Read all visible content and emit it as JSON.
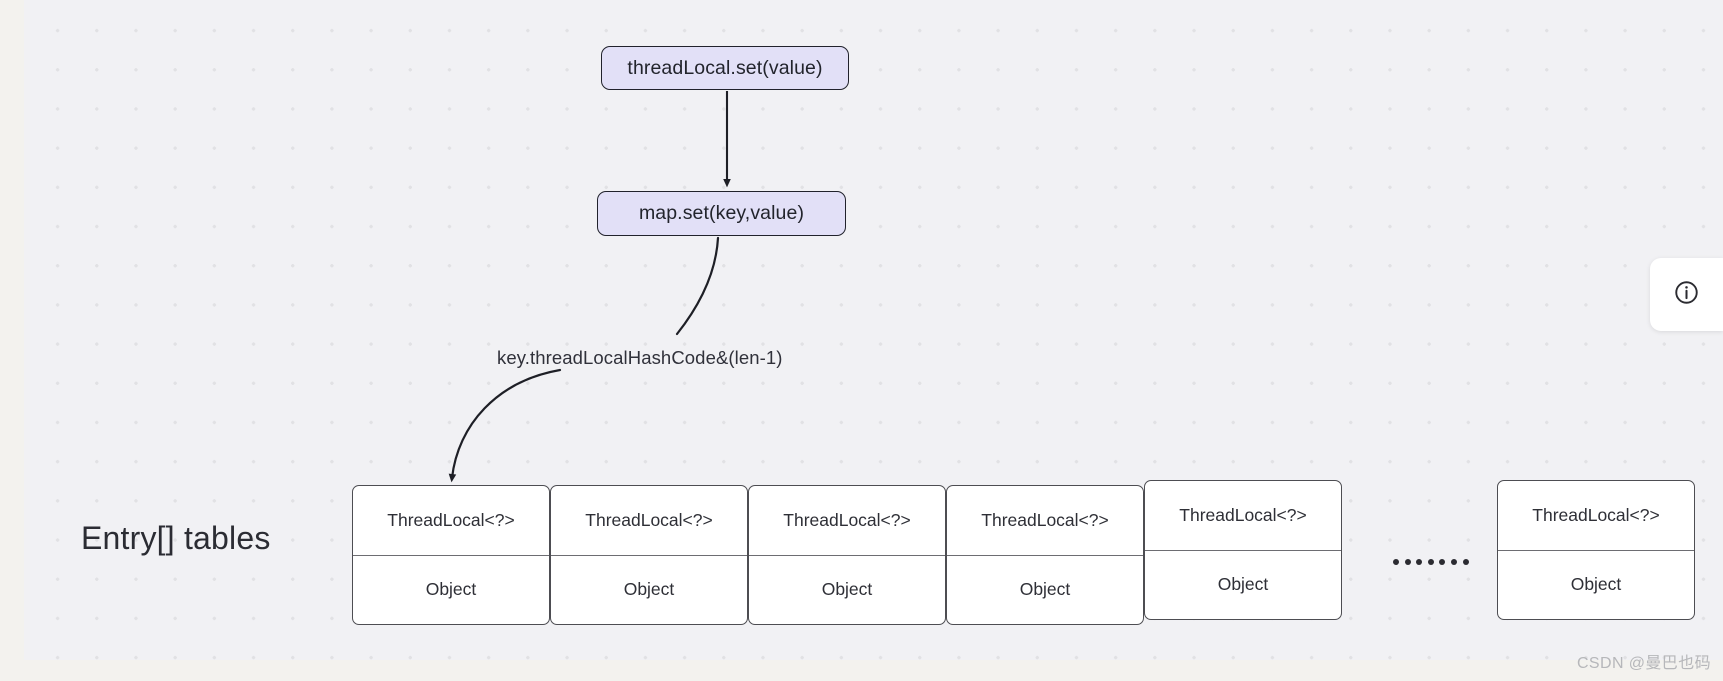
{
  "canvas": {
    "background_color": "#f1f1f4",
    "page_background_color": "#f3f2ee",
    "grid_dot_color": "#e1e1e4"
  },
  "nodes": {
    "thread_local_set": {
      "label": "threadLocal.set(value)",
      "fill_color": "#e2e0f7",
      "border_color": "#21222c"
    },
    "map_set": {
      "label": "map.set(key,value)",
      "fill_color": "#e2e0f7",
      "border_color": "#21222c"
    }
  },
  "edges": {
    "set_to_map": {
      "label": ""
    },
    "map_to_table": {
      "label": "key.threadLocalHashCode&(len-1)"
    }
  },
  "table": {
    "caption": "Entry[] tables",
    "ellipsis": "• • • • • • •",
    "ellipsis_dot_count": 7,
    "cells": [
      {
        "key": "ThreadLocal<?>",
        "value": "Object"
      },
      {
        "key": "ThreadLocal<?>",
        "value": "Object"
      },
      {
        "key": "ThreadLocal<?>",
        "value": "Object"
      },
      {
        "key": "ThreadLocal<?>",
        "value": "Object"
      },
      {
        "key": "ThreadLocal<?>",
        "value": "Object"
      },
      {
        "key": "ThreadLocal<?>",
        "value": "Object"
      }
    ]
  },
  "info_panel": {
    "icon": "info-circle-icon"
  },
  "watermark": {
    "text": "CSDN @曼巴也码"
  }
}
